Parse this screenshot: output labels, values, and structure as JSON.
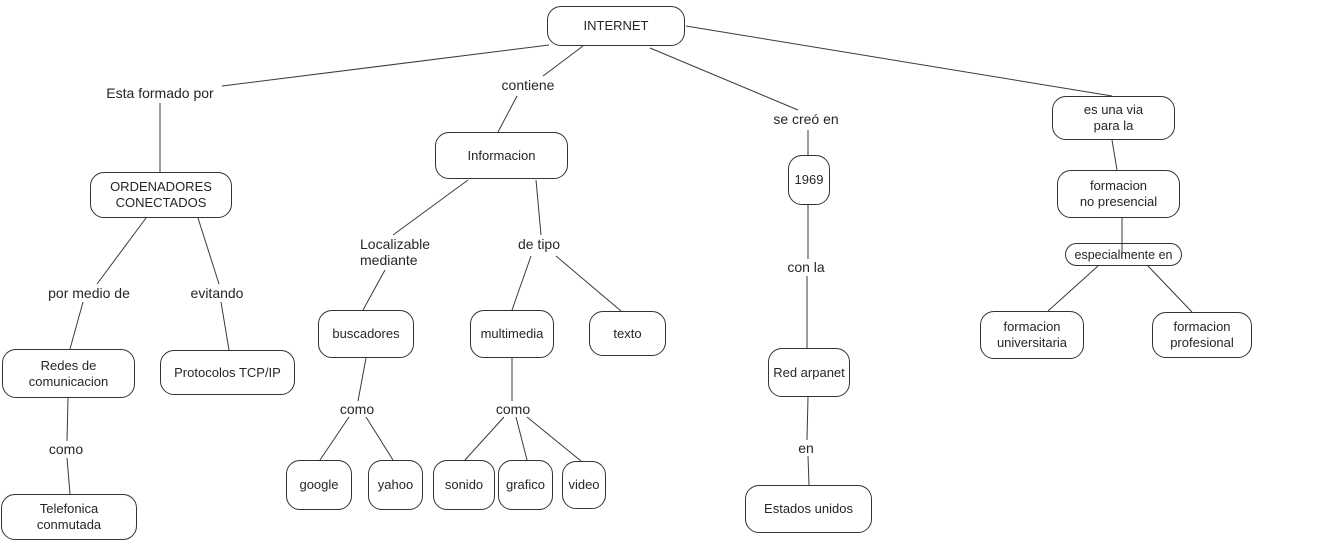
{
  "colors": {
    "background": "#ffffff",
    "line": "#3a3a3a",
    "node_border": "#333333",
    "text": "#262626"
  },
  "nodes": {
    "internet": "INTERNET",
    "ordenadores": "ORDENADORES\nCONECTADOS",
    "redes": "Redes de\ncomunicacion",
    "protocolos": "Protocolos TCP/IP",
    "telefonica": "Telefonica conmutada",
    "informacion": "Informacion",
    "buscadores": "buscadores",
    "multimedia": "multimedia",
    "texto": "texto",
    "google": "google",
    "yahoo": "yahoo",
    "sonido": "sonido",
    "grafico": "grafico",
    "video": "video",
    "n1969": "1969",
    "red_arpanet": "Red arpanet",
    "estados_unidos": "Estados unidos",
    "es_una_via": "es una via\npara la",
    "formacion_no_presencial": "formacion\nno presencial",
    "especialmente_en": "especialmente en",
    "formacion_universitaria": "formacion\nuniversitaria",
    "formacion_profesional": "formacion\nprofesional"
  },
  "labels": {
    "esta_formado_por": "Esta formado por",
    "contiene": "contiene",
    "se_creo_en": "se creó en",
    "por_medio_de": "por medio de",
    "evitando": "evitando",
    "como": "como",
    "localizable_mediante": "Localizable\nmediante",
    "de_tipo": "de tipo",
    "con_la": "con la",
    "en": "en"
  },
  "edges": [
    {
      "from": "internet",
      "to": "ordenadores",
      "label": "Esta formado por"
    },
    {
      "from": "internet",
      "to": "informacion",
      "label": "contiene"
    },
    {
      "from": "internet",
      "to": "n1969",
      "label": "se creó en"
    },
    {
      "from": "internet",
      "to": "es_una_via",
      "label": ""
    },
    {
      "from": "ordenadores",
      "to": "redes",
      "label": "por medio de"
    },
    {
      "from": "ordenadores",
      "to": "protocolos",
      "label": "evitando"
    },
    {
      "from": "redes",
      "to": "telefonica",
      "label": "como"
    },
    {
      "from": "informacion",
      "to": "buscadores",
      "label": "Localizable mediante"
    },
    {
      "from": "informacion",
      "to": "multimedia",
      "label": "de tipo"
    },
    {
      "from": "informacion",
      "to": "texto",
      "label": "de tipo"
    },
    {
      "from": "buscadores",
      "to": "google",
      "label": "como"
    },
    {
      "from": "buscadores",
      "to": "yahoo",
      "label": "como"
    },
    {
      "from": "multimedia",
      "to": "sonido",
      "label": "como"
    },
    {
      "from": "multimedia",
      "to": "grafico",
      "label": "como"
    },
    {
      "from": "multimedia",
      "to": "video",
      "label": "como"
    },
    {
      "from": "n1969",
      "to": "red_arpanet",
      "label": "con la"
    },
    {
      "from": "red_arpanet",
      "to": "estados_unidos",
      "label": "en"
    },
    {
      "from": "es_una_via",
      "to": "formacion_no_presencial",
      "label": ""
    },
    {
      "from": "formacion_no_presencial",
      "to": "especialmente_en",
      "label": ""
    },
    {
      "from": "especialmente_en",
      "to": "formacion_universitaria",
      "label": ""
    },
    {
      "from": "especialmente_en",
      "to": "formacion_profesional",
      "label": ""
    }
  ]
}
